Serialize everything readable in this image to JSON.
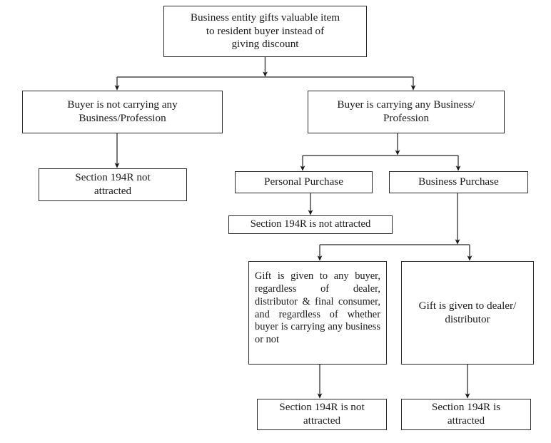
{
  "diagram": {
    "title_text": "Section 194R applicability flowchart",
    "line_color": "#2b2b2b",
    "text_color": "#1a1a1a",
    "background": "#ffffff",
    "nodes": {
      "root": "Business entity gifts valuable item\nto resident buyer instead of\ngiving discount",
      "no_business": "Buyer is not carrying any\nBusiness/Profession",
      "business": "Buyer is carrying any Business/\nProfession",
      "left_result": "Section 194R not\nattracted",
      "personal_purchase": "Personal Purchase",
      "business_purchase": "Business Purchase",
      "personal_result": "Section 194R is not attracted",
      "any_buyer": "Gift is given to any buyer, regardless of dealer, distributor & final consumer, and regardless of whether buyer is carrying any business or not",
      "dealer": "Gift is given to dealer/\ndistributor",
      "bottom_not_attracted": "Section 194R is not\nattracted",
      "bottom_attracted": "Section 194R is\nattracted"
    }
  }
}
